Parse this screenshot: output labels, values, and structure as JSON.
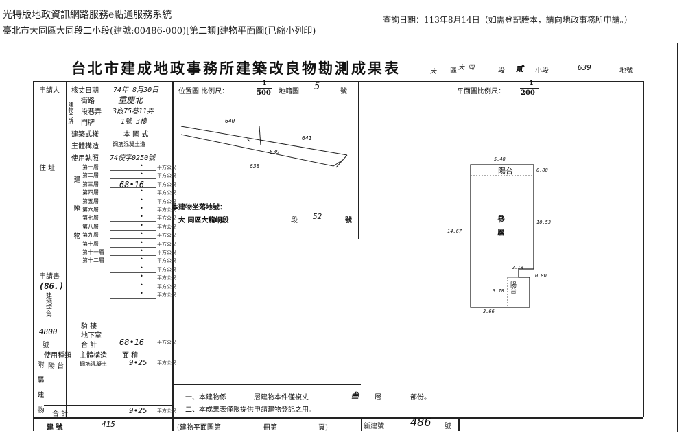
{
  "header": {
    "system_name": "光特版地政資訊網路服務e點通服務系統",
    "query_date": "查詢日期：113年8月14日（如需登記謄本，請向地政事務所申請。）",
    "address_line": "臺北市大同區大同段二小段(建號:00486-000)[第二類]建物平面圖(已縮小列印)"
  },
  "doc": {
    "title": "台北市建成地政事務所建築改良物勘測成果表",
    "district_hw": "大",
    "district_label": "區",
    "section_hw": "大  同",
    "section_label": "段",
    "subsection_hw": "貳",
    "subsection_label": "小段",
    "parcel_no_hw": "639",
    "parcel_label": "地號"
  },
  "left_table": {
    "applicant": "申請人",
    "approval_date": "核丈日期",
    "approval_date_value": "74年 8月30日",
    "building_door": "建物門牌",
    "street": "街路",
    "street_value": "重慶北",
    "section_lane": "段巷弄",
    "section_lane_value": "3段75巷11弄",
    "door_no": "門牌",
    "door_no_value": "1號 3樓",
    "style": "建築式樣",
    "style_value": "本 國 式",
    "structure": "主體構造",
    "structure_value": "鋼筋混凝土造",
    "usage_permit": "使用執照",
    "usage_permit_value": "74使字0250號",
    "address": "住  址",
    "floors_group": "建  築  物",
    "floors": [
      {
        "label": "第一層",
        "value": "•"
      },
      {
        "label": "第二層",
        "value": "•"
      },
      {
        "label": "第三層",
        "value": "68•16"
      },
      {
        "label": "第四層",
        "value": "•"
      },
      {
        "label": "第五層",
        "value": "•"
      },
      {
        "label": "第六層",
        "value": "•"
      },
      {
        "label": "第七層",
        "value": "•"
      },
      {
        "label": "第八層",
        "value": "•"
      },
      {
        "label": "第九層",
        "value": "•"
      },
      {
        "label": "第十層",
        "value": "•"
      },
      {
        "label": "第十一層",
        "value": "•"
      },
      {
        "label": "第十二層",
        "value": "•"
      },
      {
        "label": "",
        "value": "•"
      },
      {
        "label": "",
        "value": "•"
      },
      {
        "label": "",
        "value": "•"
      },
      {
        "label": "",
        "value": "•"
      }
    ],
    "unit": "平方公尺",
    "applicant_side": "申請書",
    "applicant_side_no": "(86.)",
    "building_land_no": "建地字第",
    "handwritten_no": "4800",
    "arcade": "騎  樓",
    "basement": "地下室",
    "total": "合  計",
    "total_value": "68•16",
    "hao": "號",
    "area_label": "面   積",
    "usage_type": "使用種類",
    "main_structure": "主體構造",
    "attached": "附屬建物",
    "balcony": "陽 台",
    "balcony_structure": "鋼筋混凝土",
    "balcony_value": "9•25",
    "attached_total": "合  計",
    "attached_total_value": "9•25",
    "building_no": "建  號",
    "building_no_value": "415"
  },
  "location_map": {
    "scale_label": "位置圖  比例尺：",
    "scale_num": "1",
    "scale_den": "500",
    "map_sheet": "地籍圖",
    "map_sheet_value": "5",
    "map_sheet_unit": "號",
    "lot_640": "640",
    "lot_641": "641",
    "lot_639": "639",
    "lot_638": "638",
    "land_note_label": "本建物坐落地號：",
    "land_district": "大 同區大龍峒段",
    "land_section": "段",
    "land_no": "52",
    "land_no_unit": "號"
  },
  "floor_plan": {
    "scale_label": "平面圖比例尺：",
    "scale_num": "1",
    "scale_den": "200",
    "balcony_label": "陽台",
    "floor_label_1": "參",
    "floor_label_2": "層",
    "dim_top": "5.48",
    "dim_right_top": "0.88",
    "dim_left": "14.67",
    "dim_right": "10.53",
    "dim_step": "2.18",
    "dim_step_v": "0.80",
    "dim_small": "3.78",
    "dim_bottom": "3.66",
    "stair_label": "陽台"
  },
  "notes": {
    "note1_a": "一、本建物係",
    "note1_b": "層建物本件僅複丈",
    "note1_floor": "叁",
    "note1_c": "層",
    "note1_d": "部份。",
    "note2": "二、本成果表僅限提供申請建物登記之用。"
  },
  "footer": {
    "plan_ref": "(建物平面圖第",
    "book": "冊第",
    "page": "頁)",
    "new_no_label": "新建號",
    "new_no_value": "486",
    "new_no_unit": "號"
  }
}
